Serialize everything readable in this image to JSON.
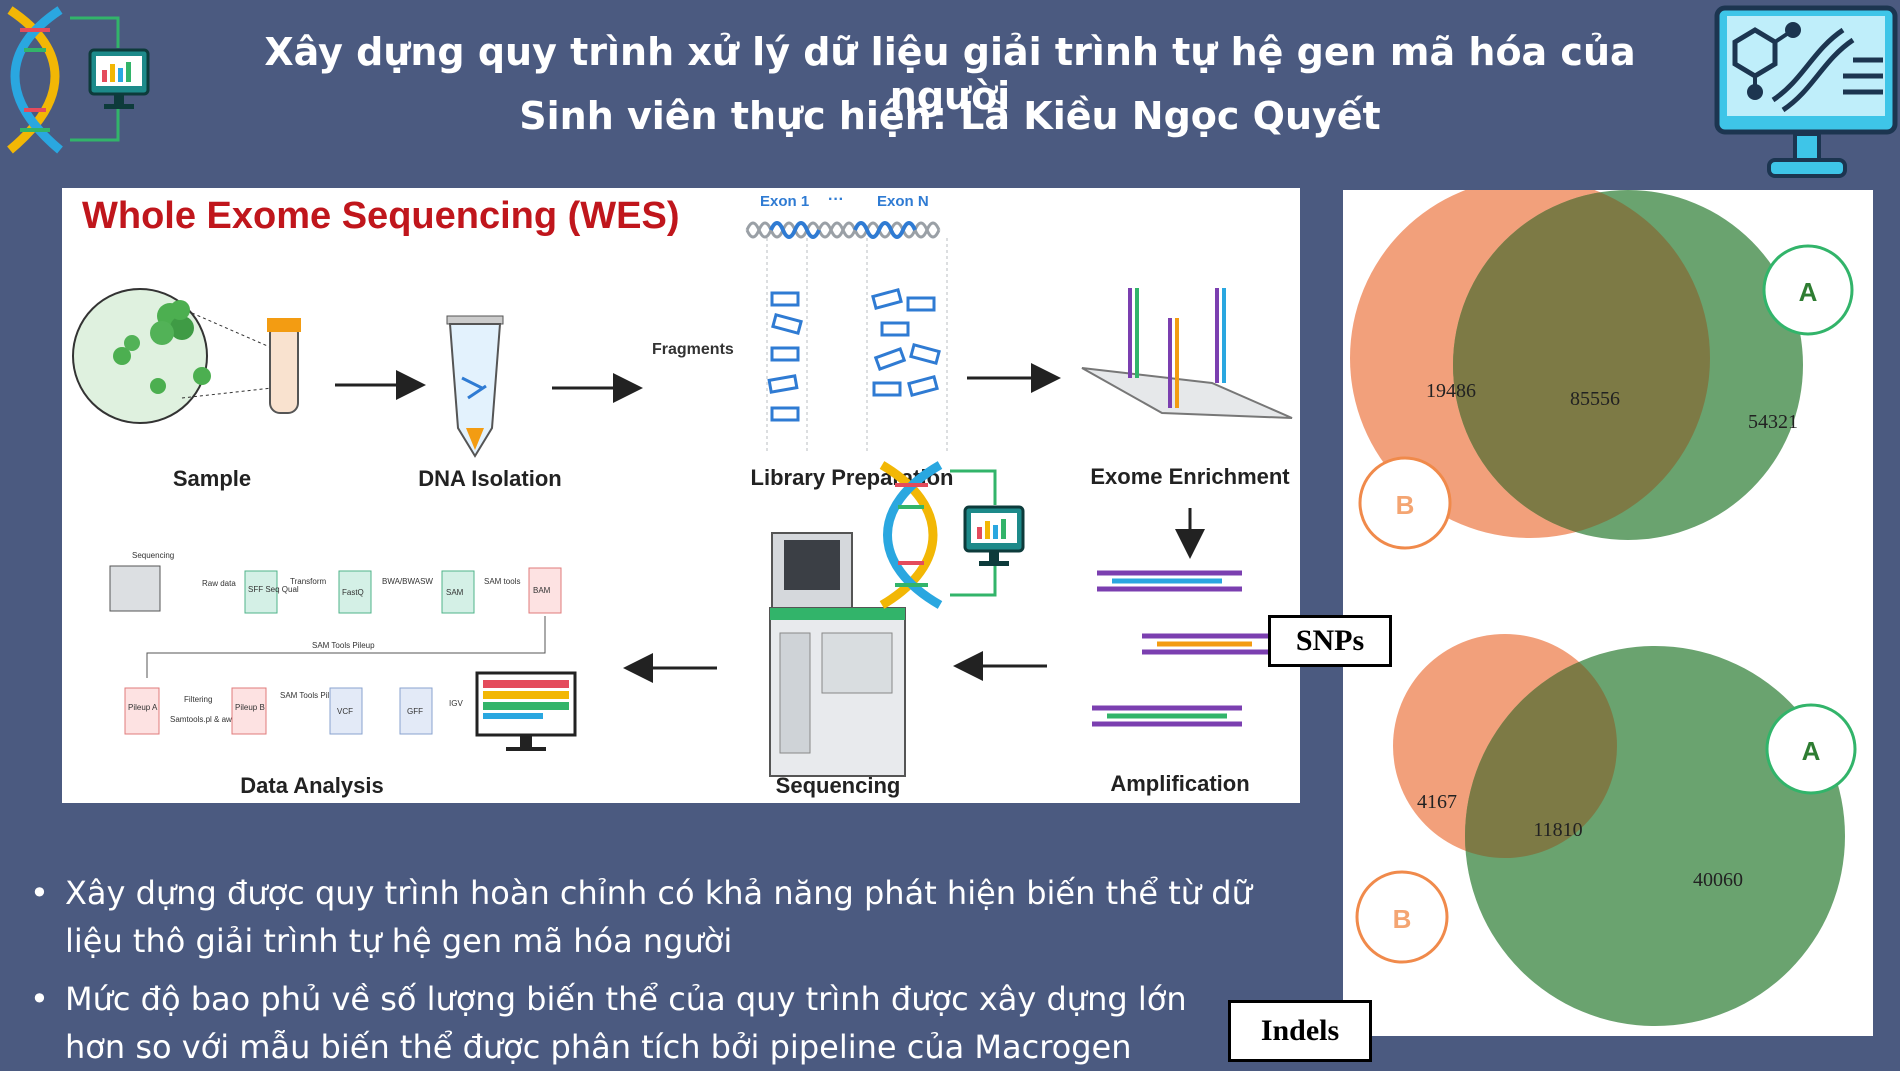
{
  "header": {
    "title_line1": "Xây dựng quy trình xử lý dữ liệu giải trình tự hệ gen mã hóa của người",
    "title_line2": "Sinh viên thực hiện: Lã Kiều Ngọc Quyết"
  },
  "wes": {
    "title": "Whole Exome Sequencing (WES)",
    "exon_first": "Exon 1",
    "exon_dots": "···",
    "exon_last": "Exon N",
    "fragments_label": "Fragments",
    "steps": {
      "sample": "Sample",
      "dna_isolation": "DNA Isolation",
      "library_prep": "Library Preparation",
      "exome_enrichment": "Exome Enrichment",
      "amplification": "Amplification",
      "sequencing": "Sequencing",
      "data_analysis": "Data Analysis"
    },
    "pipeline": {
      "sequencing": "Sequencing",
      "raw_data": "Raw data",
      "sff": "SFF Seq Qual",
      "transform": "Transform",
      "fastq": "FastQ",
      "bwa": "BWA/BWASW",
      "sam": "SAM",
      "sam_tools": "SAM tools",
      "bam": "BAM",
      "sam_tools_pileup": "SAM Tools Pileup",
      "pileup_a": "Pileup A",
      "filtering": "Filtering",
      "samtools_pl": "Samtools.pl & awk",
      "sam_tools_pileup2": "SAM Tools Pileup",
      "pileup_b": "Pileup B",
      "vcf": "VCF",
      "gff": "GFF",
      "igv": "IGV"
    }
  },
  "venn": {
    "snps": {
      "label": "SNPs",
      "a": "A",
      "b": "B",
      "only_b": "19486",
      "both": "85556",
      "only_a": "54321"
    },
    "indels": {
      "label": "Indels",
      "a": "A",
      "b": "B",
      "only_b": "4167",
      "both": "11810",
      "only_a": "40060"
    },
    "colors": {
      "a": "#6aa36f",
      "b": "#f2a07b",
      "overlap": "#7d7a45"
    }
  },
  "bullets": [
    {
      "mark": "•",
      "line1": "Xây dựng được quy trình hoàn chỉnh có khả năng phát hiện biến thể từ dữ",
      "line2": "liệu thô giải trình tự hệ gen mã hóa người"
    },
    {
      "mark": "•",
      "line1": "Mức độ bao phủ về số lượng biến thể của quy trình được xây dựng lớn",
      "line2": "hơn so với mẫu biến thể được phân tích bởi pipeline của Macrogen"
    }
  ],
  "colors": {
    "background": "#4b5a80",
    "wes_title": "#c0161c",
    "exon_label": "#2f7bd3"
  }
}
